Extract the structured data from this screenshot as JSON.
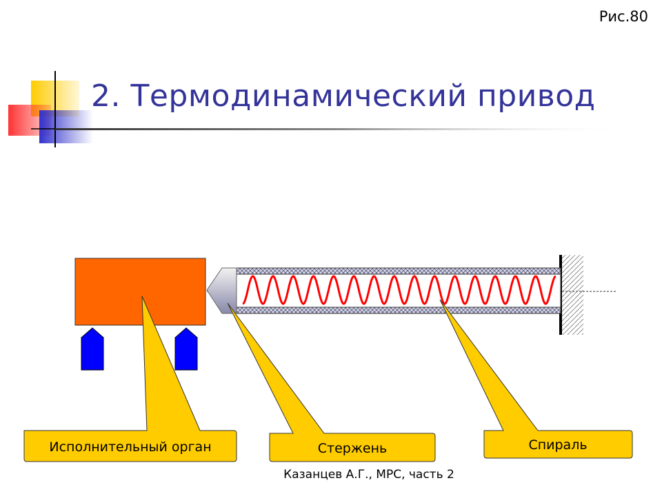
{
  "figure_number": "Рис.80",
  "title": "2. Термодинамический привод",
  "footer": "Казанцев А.Г., МРС, часть 2",
  "callouts": {
    "actuator": "Исполнительный орган",
    "rod": "Стержень",
    "spiral": "Спираль"
  },
  "colors": {
    "title": "#333399",
    "actuator_body": "#ff6600",
    "support_blocks": "#0000ff",
    "callout_fill": "#ffcc00",
    "spiral": "#ff0000"
  }
}
